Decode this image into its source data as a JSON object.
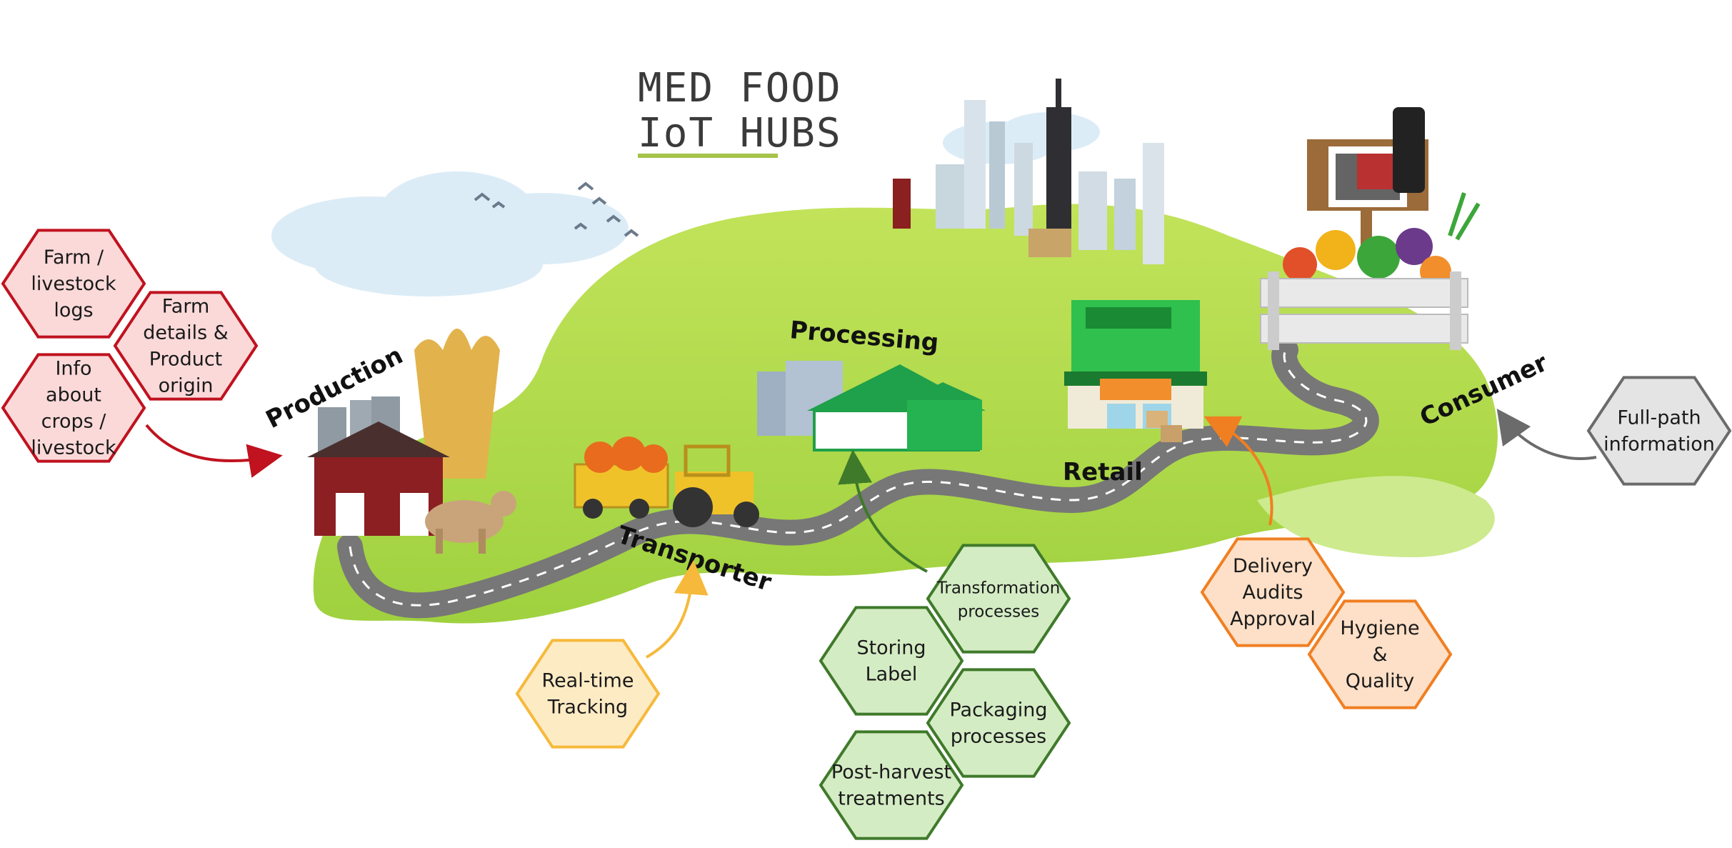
{
  "logo": {
    "line1": "MED FOOD",
    "line2": "IoT HUBS"
  },
  "stages": {
    "production": "Production",
    "processing": "Processing",
    "transporter": "Transporter",
    "retail": "Retail",
    "consumer": "Consumer"
  },
  "production_hexes": [
    [
      "Farm /",
      "livestock",
      "logs"
    ],
    [
      "Farm",
      "details  &",
      "Product",
      "origin"
    ],
    [
      "Info",
      "about",
      "crops /",
      "livestock"
    ]
  ],
  "transport_hexes": [
    [
      "Real-time",
      "Tracking"
    ]
  ],
  "processing_hexes": [
    [
      "Transformation",
      "processes"
    ],
    [
      "Storing",
      "Label"
    ],
    [
      "Packaging",
      "processes"
    ],
    [
      "Post-harvest",
      "treatments"
    ]
  ],
  "retail_hexes": [
    [
      "Delivery",
      "Audits",
      "Approval"
    ],
    [
      "Hygiene",
      "&",
      "Quality"
    ]
  ],
  "consumer_hexes": [
    [
      "Full-path",
      "information"
    ]
  ],
  "colors": {
    "production": "#c0121f",
    "production_fill": "#fbd9d9",
    "transport": "#f6b93b",
    "transport_fill": "#fdebc4",
    "processing": "#3f7a2a",
    "processing_fill": "#d4ecc4",
    "retail": "#f07f22",
    "retail_fill": "#fde0c7",
    "consumer": "#6b6b6b",
    "consumer_fill": "#e4e4e4",
    "hill": "#a8d84c",
    "road": "#777777"
  }
}
